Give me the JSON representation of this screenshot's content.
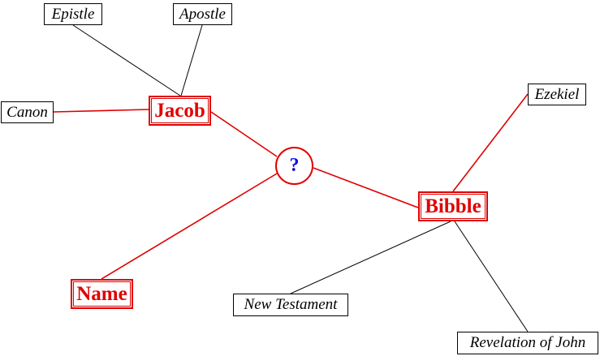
{
  "diagram": {
    "center": {
      "label": "?",
      "text_color": "#1010e0",
      "border_color": "#e00000"
    },
    "main_nodes": [
      {
        "id": "jacob",
        "label": "Jacob"
      },
      {
        "id": "bibble",
        "label": "Bibble"
      },
      {
        "id": "name",
        "label": "Name"
      }
    ],
    "leaf_nodes": [
      {
        "id": "epistle",
        "label": "Epistle",
        "parent": "jacob"
      },
      {
        "id": "apostle",
        "label": "Apostle",
        "parent": "jacob"
      },
      {
        "id": "canon",
        "label": "Canon",
        "parent": "jacob"
      },
      {
        "id": "ezekiel",
        "label": "Ezekiel",
        "parent": "bibble"
      },
      {
        "id": "new-testament",
        "label": "New Testament",
        "parent": "bibble"
      },
      {
        "id": "revelation-of-john",
        "label": "Revelation of John",
        "parent": "bibble"
      }
    ],
    "edges": [
      {
        "from": "center",
        "to": "jacob",
        "color": "#e00000"
      },
      {
        "from": "center",
        "to": "bibble",
        "color": "#e00000"
      },
      {
        "from": "center",
        "to": "name",
        "color": "#e00000"
      },
      {
        "from": "jacob",
        "to": "canon",
        "color": "#e00000"
      },
      {
        "from": "jacob",
        "to": "epistle",
        "color": "#000000"
      },
      {
        "from": "jacob",
        "to": "apostle",
        "color": "#000000"
      },
      {
        "from": "bibble",
        "to": "ezekiel",
        "color": "#e00000"
      },
      {
        "from": "bibble",
        "to": "new-testament",
        "color": "#000000"
      },
      {
        "from": "bibble",
        "to": "revelation-of-john",
        "color": "#000000"
      }
    ],
    "colors": {
      "accent_red": "#e00000",
      "center_text_blue": "#1010e0",
      "leaf_border": "#000000",
      "background": "#ffffff"
    }
  }
}
